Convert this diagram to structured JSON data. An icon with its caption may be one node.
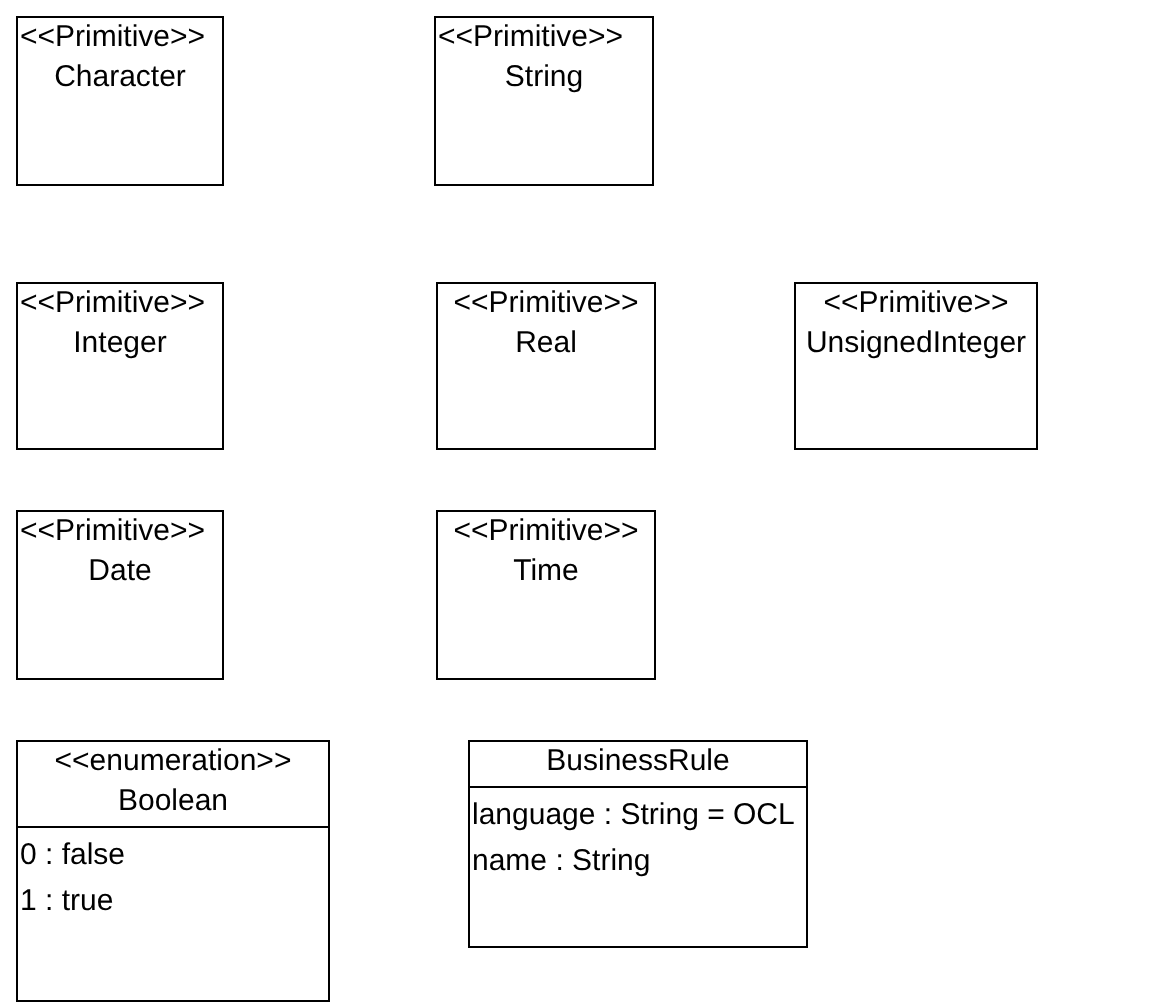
{
  "diagram": {
    "nodes": [
      {
        "text": [
          "<<Primitive>>",
          "Character"
        ]
      },
      {
        "text": [
          "<<Primitive>>",
          "String"
        ]
      },
      {
        "text": [
          "<<Primitive>>",
          "Integer"
        ]
      },
      {
        "text": [
          "<<Primitive>>",
          "Real"
        ]
      },
      {
        "text": [
          "<<Primitive>>",
          "UnsignedInteger"
        ]
      },
      {
        "text": [
          "<<Primitive>>",
          "Date"
        ]
      },
      {
        "text": [
          "<<Primitive>>",
          "Time"
        ]
      },
      {
        "text": [
          "<<enumeration>>",
          "Boolean",
          "0 : false",
          "1 : true"
        ]
      },
      {
        "text": [
          "BusinessRule",
          "language : String = OCL",
          "name : String"
        ]
      }
    ]
  }
}
